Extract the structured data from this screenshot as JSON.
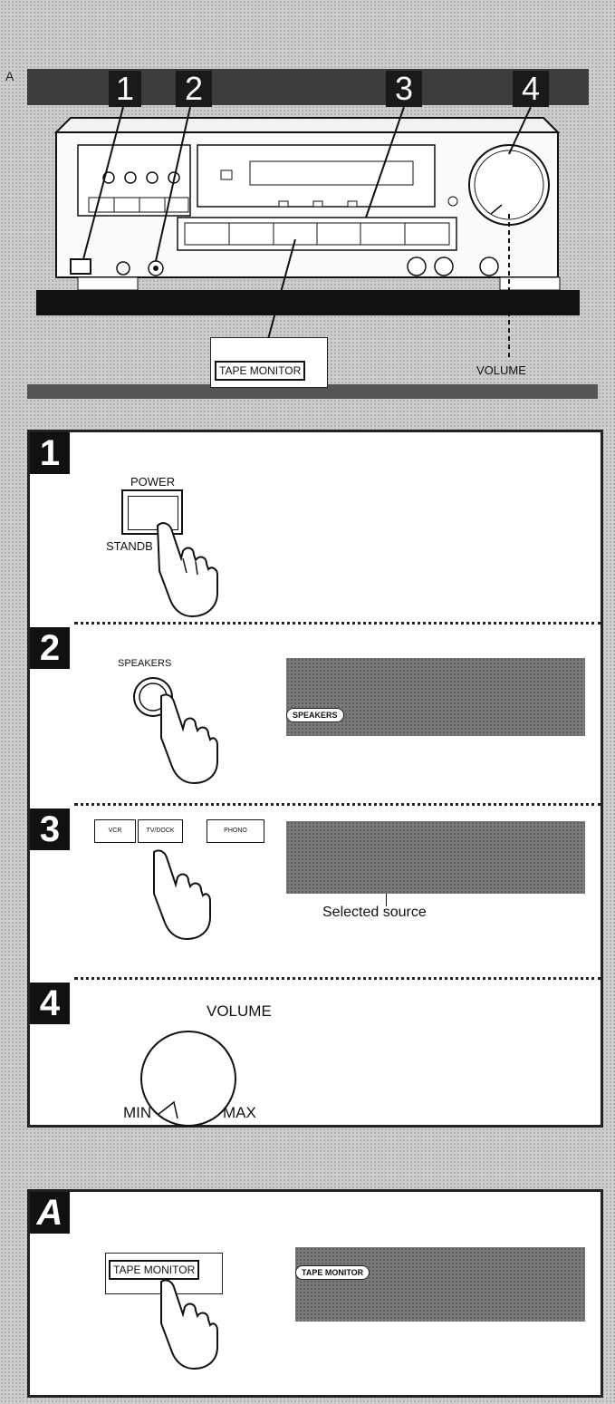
{
  "header_callouts": {
    "letter": "A",
    "n1": "1",
    "n2": "2",
    "n3": "3",
    "n4": "4",
    "tape_monitor_label": "TAPE MONITOR",
    "volume_label": "VOLUME"
  },
  "step1": {
    "number": "1",
    "power_label": "POWER",
    "standby_label": "STANDB     N"
  },
  "step2": {
    "number": "2",
    "speakers_label": "SPEAKERS",
    "display_indicator": "SPEAKERS"
  },
  "step3": {
    "number": "3",
    "buttons": [
      "VCR",
      "TV/DOCK",
      "PHONO"
    ],
    "caption": "Selected source"
  },
  "step4": {
    "number": "4",
    "volume_label": "VOLUME",
    "min_label": "MIN",
    "max_label": "MAX"
  },
  "stepA": {
    "letter": "A",
    "button_label": "TAPE MONITOR",
    "display_indicator": "TAPE MONITOR"
  }
}
